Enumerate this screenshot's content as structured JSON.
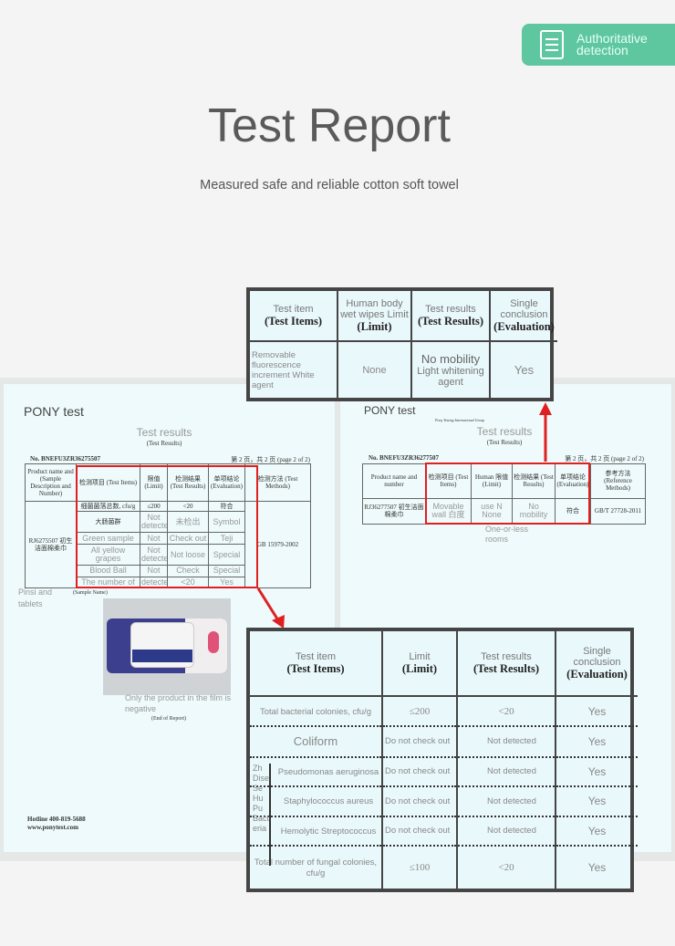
{
  "badge": {
    "label_1": "Authoritative",
    "label_2": "detection",
    "icon": "clipboard-checklist-icon"
  },
  "header": {
    "title": "Test Report",
    "subtitle": "Measured safe and reliable cotton soft towel"
  },
  "left_doc": {
    "brand": "PONY test",
    "heading": "Test results",
    "heading_en": "(Test Results)",
    "report_no": "No. BNEFU3ZR36275507",
    "page": "第 2 页，共 2 页 (page 2 of 2)",
    "headers": [
      "Product name and (Sample Description and Number)",
      "检测项目 (Test Items)",
      "限值 (Limit)",
      "检测结果 (Test Results)",
      "单项结论 (Evaluation)",
      "检测方法 (Test Methods)"
    ],
    "sample": "RJ6275507 初生洁面棉柔巾",
    "method": "GB 15979-2002",
    "rows": [
      [
        "细菌菌落总数, cfu/g",
        "≤200",
        "<20",
        "符合"
      ],
      [
        "大肠菌群",
        "Not detecte",
        "未检出",
        "Symbol"
      ],
      [
        "Green sample",
        "Not",
        "Check out",
        "Teji"
      ],
      [
        "All yellow grapes",
        "Not detecte",
        "Not loose",
        "Special"
      ],
      [
        "Blood Ball",
        "Not",
        "Check",
        "Special"
      ],
      [
        "The number of",
        "detecte",
        "<20",
        "Yes"
      ]
    ],
    "sample_name_label": "Pinsi and tablets",
    "sample_name_en": "(Sample Name)",
    "caption": "Only the product in the film is negative",
    "end": "(End of Report)",
    "hotline": "Hotline 400-819-5688",
    "website": "www.ponytest.com"
  },
  "right_doc": {
    "brand": "PONY test",
    "group": "Pony Testing International Group",
    "heading": "Test results",
    "heading_en": "(Test Results)",
    "report_no": "No. BNEFU3ZR36277507",
    "page": "第 2 页，共 2 页 (page 2 of 2)",
    "headers": [
      "Product name and number",
      "检测项目 (Test Items)",
      "Human 限值 (Limit)",
      "检测结果 (Test Results)",
      "单项结论 (Evaluation)",
      "参考方法 (Reference Methods)"
    ],
    "row": [
      "RJ36277507 初生洁面棉柔巾",
      "Movable wall 白度",
      "use N None",
      "No mobility",
      "符合",
      "GB/T 27728-2011"
    ],
    "note": "One-or-less rooms"
  },
  "top_zoom": {
    "headers": [
      {
        "en": "Test item",
        "cn": "(Test Items)"
      },
      {
        "en": "Human body wet wipes Limit",
        "cn": "(Limit)"
      },
      {
        "en": "Test results",
        "cn": "(Test Results)"
      },
      {
        "en": "Single conclusion",
        "cn": "(Evaluation)"
      }
    ],
    "row": [
      "Removable fluorescence increment White agent",
      "None",
      "No mobility",
      "Light whitening agent",
      "Yes"
    ]
  },
  "bottom_zoom": {
    "headers": [
      {
        "en": "Test item",
        "cn": "(Test Items)"
      },
      {
        "en": "Limit",
        "cn": "(Limit)"
      },
      {
        "en": "Test results",
        "cn": "(Test Results)"
      },
      {
        "en": "Single conclusion",
        "cn": "(Evaluation)"
      }
    ],
    "group_label": "Zh Dise Se Hu Pu Bacteria",
    "rows": [
      [
        "Total bacterial colonies, cfu/g",
        "≤200",
        "<20",
        "Yes"
      ],
      [
        "Coliform",
        "Do not check out",
        "Not detected",
        "Yes"
      ],
      [
        "Pseudomonas aeruginosa",
        "Do not check out",
        "Not detected",
        "Yes"
      ],
      [
        "Staphylococcus aureus",
        "Do not check out",
        "Not detected",
        "Yes"
      ],
      [
        "Hemolytic Streptococcus",
        "Do not check out",
        "Not detected",
        "Yes"
      ],
      [
        "Total number of fungal colonies, cfu/g",
        "≤100",
        "<20",
        "Yes"
      ]
    ]
  },
  "colors": {
    "accent": "#5ec7a0",
    "highlight": "#e02020",
    "doc_bg": "#eefafb"
  }
}
